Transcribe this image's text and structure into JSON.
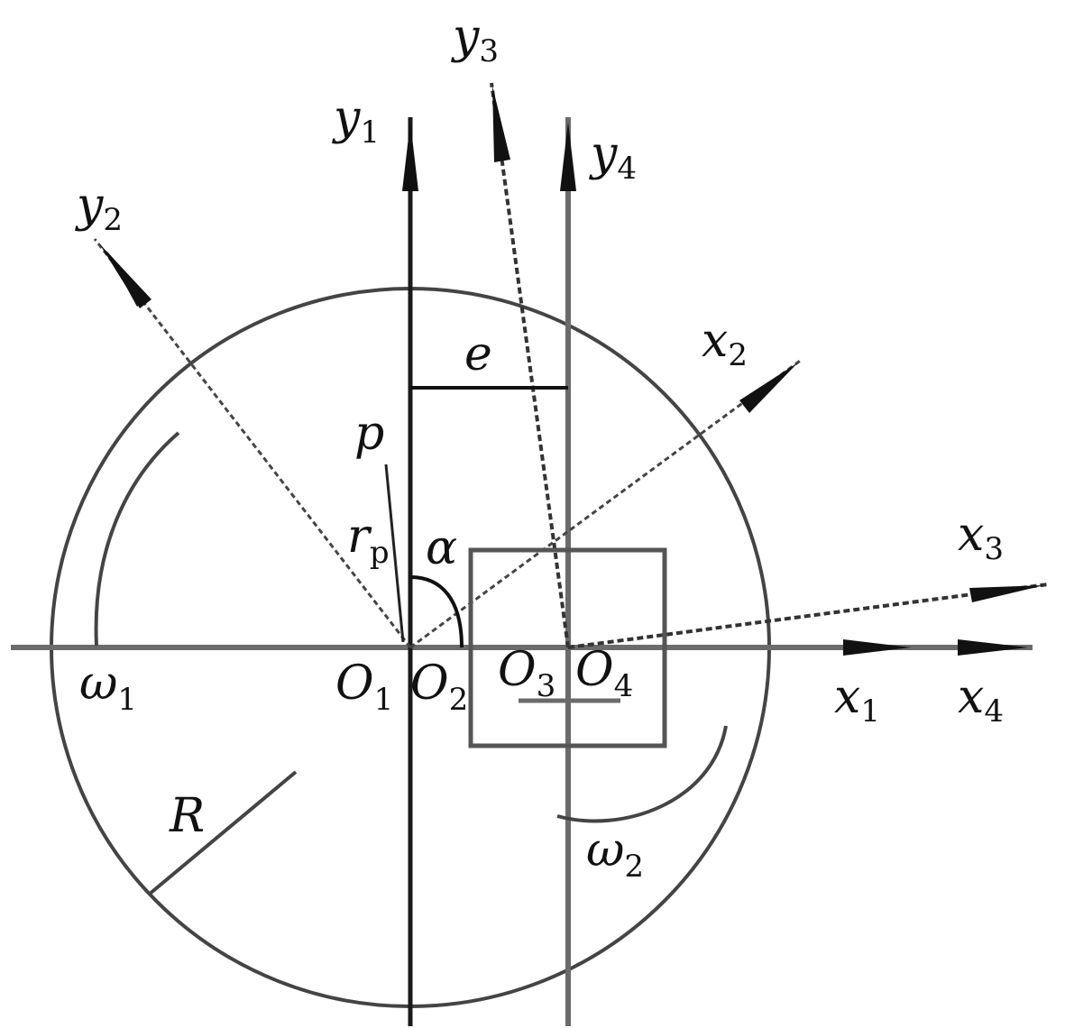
{
  "colors": {
    "ink": "#111111",
    "gray": "#6b6b6b",
    "background": "#ffffff"
  },
  "labels": {
    "y1": {
      "main": "y",
      "sub": "1"
    },
    "y2": {
      "main": "y",
      "sub": "2"
    },
    "y3": {
      "main": "y",
      "sub": "3"
    },
    "y4": {
      "main": "y",
      "sub": "4"
    },
    "x1": {
      "main": "x",
      "sub": "1"
    },
    "x2": {
      "main": "x",
      "sub": "2"
    },
    "x3": {
      "main": "x",
      "sub": "3"
    },
    "x4": {
      "main": "x",
      "sub": "4"
    },
    "O1": {
      "main": "O",
      "sub": "1"
    },
    "O2": {
      "main": "O",
      "sub": "2"
    },
    "O3": {
      "main": "O",
      "sub": "3"
    },
    "O4": {
      "main": "O",
      "sub": "4"
    },
    "w1": {
      "main": "ω",
      "sub": "1"
    },
    "w2": {
      "main": "ω",
      "sub": "2"
    },
    "rp": {
      "main": "r",
      "sub": "p"
    },
    "e": "e",
    "p": "p",
    "alpha": "α",
    "R": "R"
  }
}
